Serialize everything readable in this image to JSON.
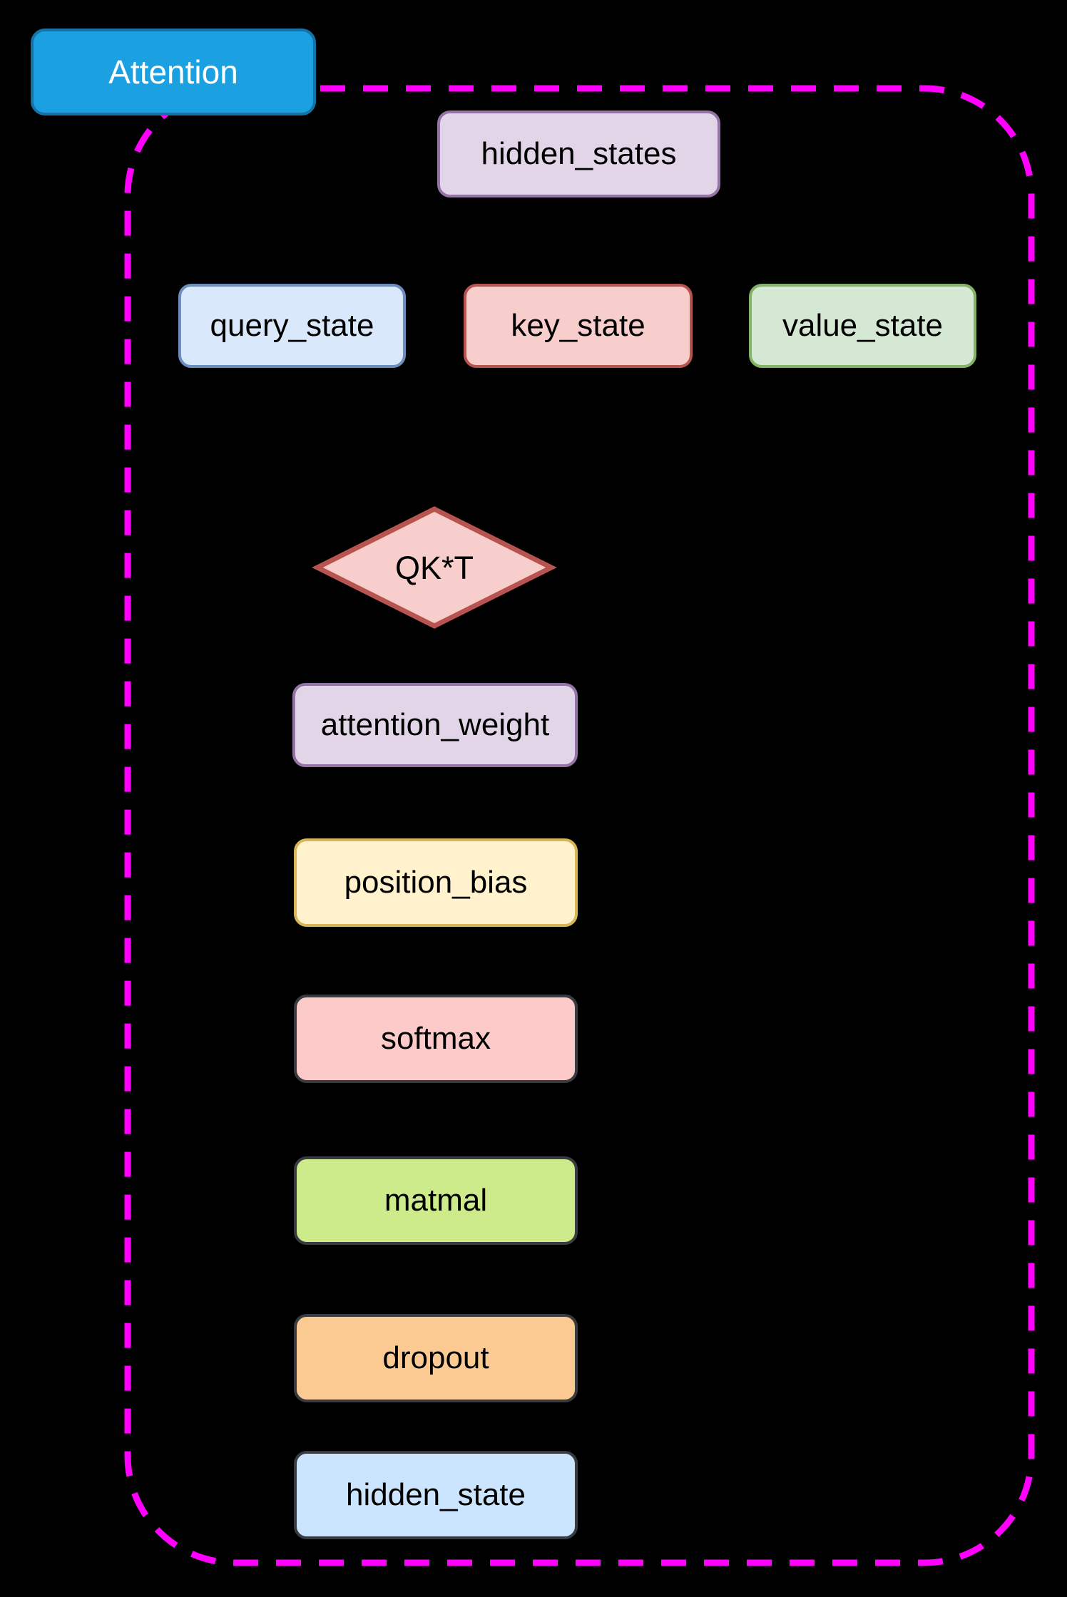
{
  "diagram": {
    "background_color": "#000000",
    "title": {
      "label": "Attention",
      "fill": "#1BA1E2",
      "border": "#1673A8",
      "text_color": "#FFFFFF"
    },
    "container": {
      "border_color": "#FF00FF",
      "border_style": "dashed"
    },
    "nodes": [
      {
        "id": "hidden_states",
        "label": "hidden_states",
        "shape": "rect",
        "fill": "#E1D5E7",
        "border": "#9673A6"
      },
      {
        "id": "query_state",
        "label": "query_state",
        "shape": "rect",
        "fill": "#DAE8FC",
        "border": "#6C8EBF"
      },
      {
        "id": "key_state",
        "label": "key_state",
        "shape": "rect",
        "fill": "#F8CECC",
        "border": "#B85450"
      },
      {
        "id": "value_state",
        "label": "value_state",
        "shape": "rect",
        "fill": "#D5E8D4",
        "border": "#82B366"
      },
      {
        "id": "qkt",
        "label": "QK*T",
        "shape": "diamond",
        "fill": "#F8CECC",
        "border": "#B85450"
      },
      {
        "id": "attention_weight",
        "label": "attention_weight",
        "shape": "rect",
        "fill": "#E1D5E7",
        "border": "#9673A6"
      },
      {
        "id": "position_bias",
        "label": "position_bias",
        "shape": "rect",
        "fill": "#FFF2CC",
        "border": "#D6B656"
      },
      {
        "id": "softmax",
        "label": "softmax",
        "shape": "rect",
        "fill": "#FCCBC9",
        "border": "#383B40"
      },
      {
        "id": "matmal",
        "label": "matmal",
        "shape": "rect",
        "fill": "#CDEB8B",
        "border": "#383B40"
      },
      {
        "id": "dropout",
        "label": "dropout",
        "shape": "rect",
        "fill": "#FBCA92",
        "border": "#383B40"
      },
      {
        "id": "hidden_state",
        "label": "hidden_state",
        "shape": "rect",
        "fill": "#CCE5FF",
        "border": "#383B40"
      }
    ]
  }
}
